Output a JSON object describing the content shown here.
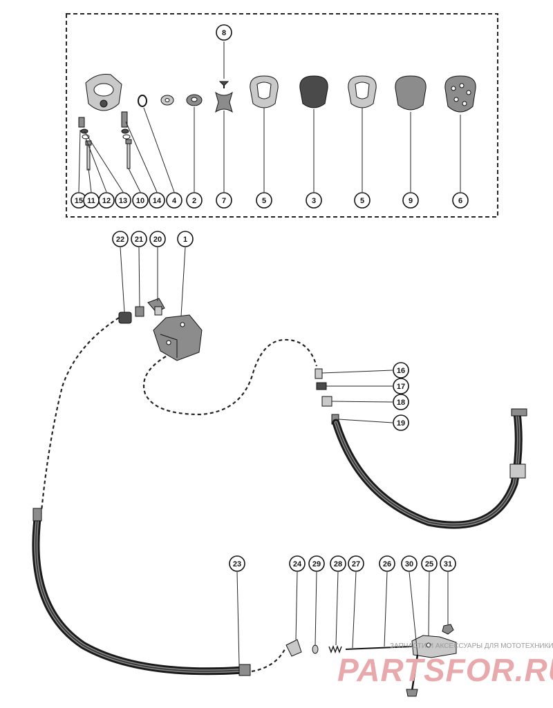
{
  "callouts": [
    {
      "label": "8"
    },
    {
      "label": "15"
    },
    {
      "label": "11"
    },
    {
      "label": "12"
    },
    {
      "label": "13"
    },
    {
      "label": "10"
    },
    {
      "label": "14"
    },
    {
      "label": "4"
    },
    {
      "label": "2"
    },
    {
      "label": "7"
    },
    {
      "label": "5"
    },
    {
      "label": "3"
    },
    {
      "label": "5"
    },
    {
      "label": "9"
    },
    {
      "label": "6"
    },
    {
      "label": "22"
    },
    {
      "label": "21"
    },
    {
      "label": "20"
    },
    {
      "label": "1"
    },
    {
      "label": "16"
    },
    {
      "label": "17"
    },
    {
      "label": "18"
    },
    {
      "label": "19"
    },
    {
      "label": "23"
    },
    {
      "label": "24"
    },
    {
      "label": "29"
    },
    {
      "label": "28"
    },
    {
      "label": "27"
    },
    {
      "label": "26"
    },
    {
      "label": "30"
    },
    {
      "label": "25"
    },
    {
      "label": "31"
    }
  ],
  "watermark": {
    "brand": "PARTSFOR.RU",
    "tagline": "ЗАПЧАСТИ И АКСЕССУАРЫ ДЛЯ МОТОТЕХНИКИ",
    "color": "#e8a9ad"
  },
  "colors": {
    "line": "#111111",
    "background": "#ffffff"
  }
}
